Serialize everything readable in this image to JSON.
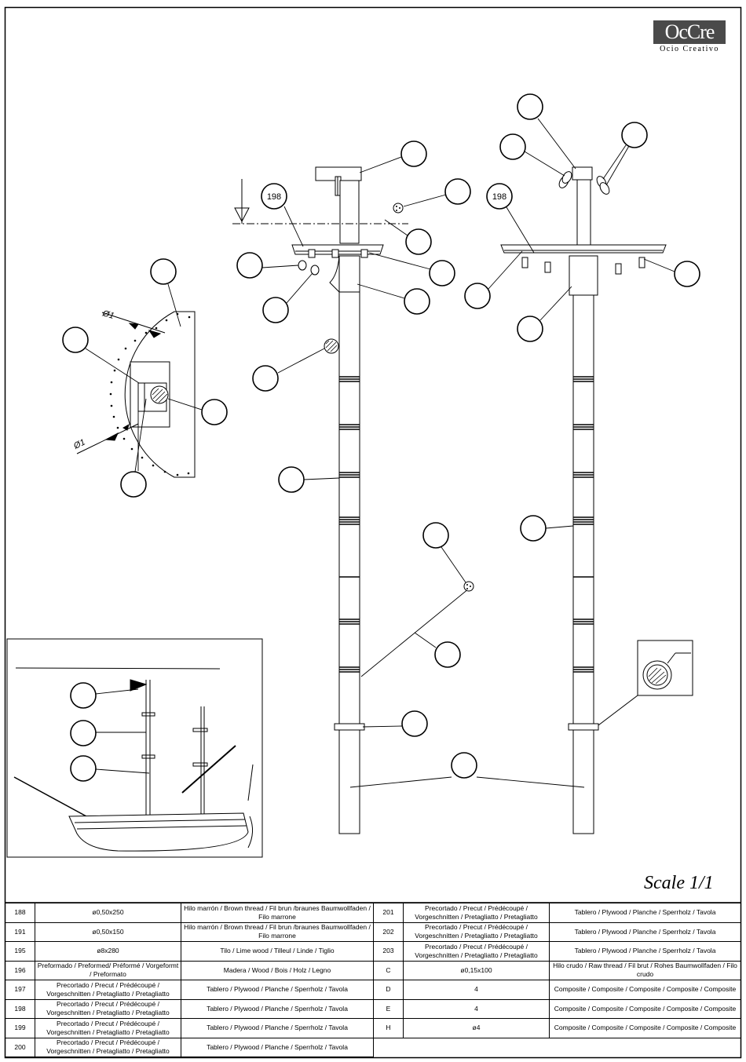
{
  "logo": {
    "brand": "OcCre",
    "tagline": "Ocio Creativo"
  },
  "scale_label": "Scale 1/1",
  "callout_labels": {
    "left_top": "198",
    "right_top": "198"
  },
  "dimension_labels": {
    "top": "Ø1",
    "bottom": "Ø1"
  },
  "parts_left": [
    {
      "ref": "188",
      "size": "ø0,50x250",
      "material": "Hilo marrón / Brown thread / Fil  brun /braunes Baumwollfaden / Filo marrone"
    },
    {
      "ref": "191",
      "size": "ø0,50x150",
      "material": "Hilo marrón / Brown thread / Fil  brun /braunes Baumwollfaden / Filo marrone"
    },
    {
      "ref": "195",
      "size": "ø8x280",
      "material": "Tilo / Lime wood / Tilleul / Linde / Tiglio"
    },
    {
      "ref": "196",
      "size": "Preformado / Preformed/ Préformé / Vorgeformt / Preformato",
      "material": "Madera / Wood / Bois / Holz / Legno"
    },
    {
      "ref": "197",
      "size": "Precortado / Precut / Prédécoupé / Vorgeschnitten / Pretagliatto / Pretagliatto",
      "material": "Tablero / Plywood / Planche / Sperrholz / Tavola"
    },
    {
      "ref": "198",
      "size": "Precortado / Precut / Prédécoupé / Vorgeschnitten / Pretagliatto / Pretagliatto",
      "material": "Tablero / Plywood / Planche / Sperrholz / Tavola"
    },
    {
      "ref": "199",
      "size": "Precortado / Precut / Prédécoupé / Vorgeschnitten / Pretagliatto / Pretagliatto",
      "material": "Tablero / Plywood / Planche / Sperrholz / Tavola"
    },
    {
      "ref": "200",
      "size": "Precortado / Precut / Prédécoupé / Vorgeschnitten / Pretagliatto / Pretagliatto",
      "material": "Tablero / Plywood / Planche / Sperrholz / Tavola"
    }
  ],
  "parts_right": [
    {
      "ref": "201",
      "size": "Precortado / Precut / Prédécoupé / Vorgeschnitten / Pretagliatto / Pretagliatto",
      "material": "Tablero / Plywood / Planche / Sperrholz / Tavola"
    },
    {
      "ref": "202",
      "size": "Precortado / Precut / Prédécoupé / Vorgeschnitten / Pretagliatto / Pretagliatto",
      "material": "Tablero / Plywood / Planche / Sperrholz / Tavola"
    },
    {
      "ref": "203",
      "size": "Precortado / Precut / Prédécoupé / Vorgeschnitten / Pretagliatto / Pretagliatto",
      "material": "Tablero / Plywood / Planche / Sperrholz / Tavola"
    },
    {
      "ref": "C",
      "size": "ø0,15x100",
      "material": "Hilo crudo / Raw thread / Fil brut / Rohes Baumwollfaden / Filo crudo"
    },
    {
      "ref": "D",
      "size": "4",
      "material": "Composite / Composite / Composite / Composite / Composite"
    },
    {
      "ref": "E",
      "size": "4",
      "material": "Composite / Composite / Composite / Composite / Composite"
    },
    {
      "ref": "H",
      "size": "ø4",
      "material": "Composite / Composite / Composite / Composite / Composite"
    }
  ]
}
